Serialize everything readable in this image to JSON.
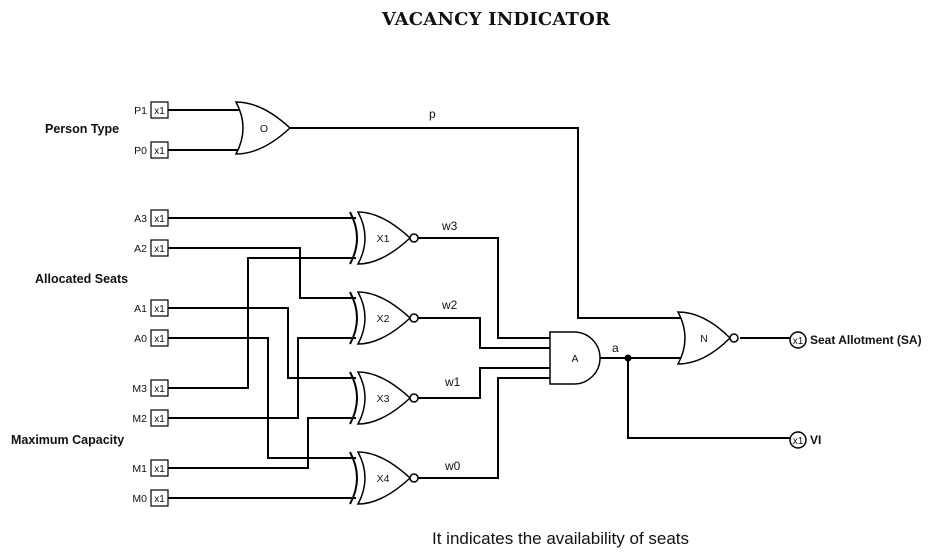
{
  "title": "VACANCY INDICATOR",
  "caption": "It indicates the availability of seats",
  "groups": {
    "person_type": "Person Type",
    "allocated_seats": "Allocated Seats",
    "maximum_capacity": "Maximum Capacity"
  },
  "inputs": {
    "p1": "P1",
    "p0": "P0",
    "a3": "A3",
    "a2": "A2",
    "a1": "A1",
    "a0": "A0",
    "m3": "M3",
    "m2": "M2",
    "m1": "M1",
    "m0": "M0"
  },
  "io_box_label": "x1",
  "gates": {
    "or": "O",
    "xnor1": "X1",
    "xnor2": "X2",
    "xnor3": "X3",
    "xnor4": "X4",
    "and": "A",
    "nor": "N"
  },
  "wires": {
    "p": "p",
    "w3": "w3",
    "w2": "w2",
    "w1": "w1",
    "w0": "w0",
    "a": "a"
  },
  "outputs": {
    "seat_allotment": "Seat Allotment (SA)",
    "vi": "VI"
  }
}
